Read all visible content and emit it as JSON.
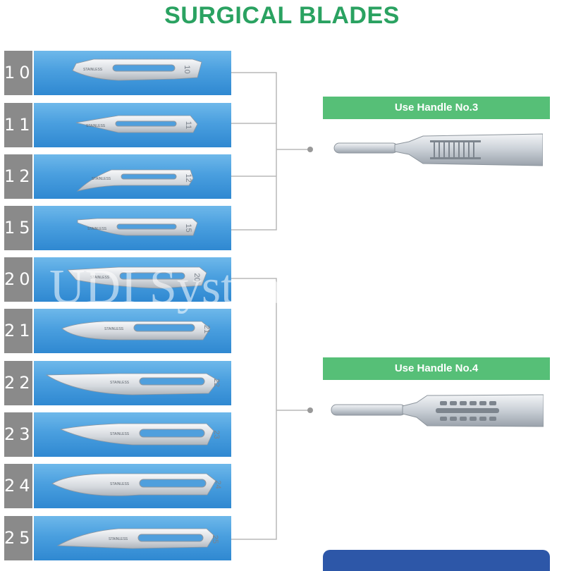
{
  "title": "SURGICAL BLADES",
  "blades": [
    {
      "num": "10",
      "stamp": "STAINLESS",
      "size": "10"
    },
    {
      "num": "11",
      "stamp": "STAINLESS",
      "size": "11"
    },
    {
      "num": "12",
      "stamp": "STAINLESS",
      "size": "12"
    },
    {
      "num": "15",
      "stamp": "STAINLESS",
      "size": "15"
    },
    {
      "num": "20",
      "stamp": "STAINLESS",
      "size": "20"
    },
    {
      "num": "21",
      "stamp": "STAINLESS",
      "size": "21"
    },
    {
      "num": "22",
      "stamp": "STAINLESS",
      "size": "22"
    },
    {
      "num": "23",
      "stamp": "STAINLESS",
      "size": "23"
    },
    {
      "num": "24",
      "stamp": "STAINLESS",
      "size": "24"
    },
    {
      "num": "25",
      "stamp": "STAINLESS",
      "size": "25"
    }
  ],
  "handles": [
    {
      "label": "Use Handle No.3"
    },
    {
      "label": "Use Handle No.4"
    }
  ],
  "watermark": "UDI System Denbus",
  "colors": {
    "title": "#2aa261",
    "number_block": "#8a8a8a",
    "panel_blue": "#4a9fdf",
    "handle_bar": "#56bf77",
    "bottom_strip": "#2d57a8"
  }
}
